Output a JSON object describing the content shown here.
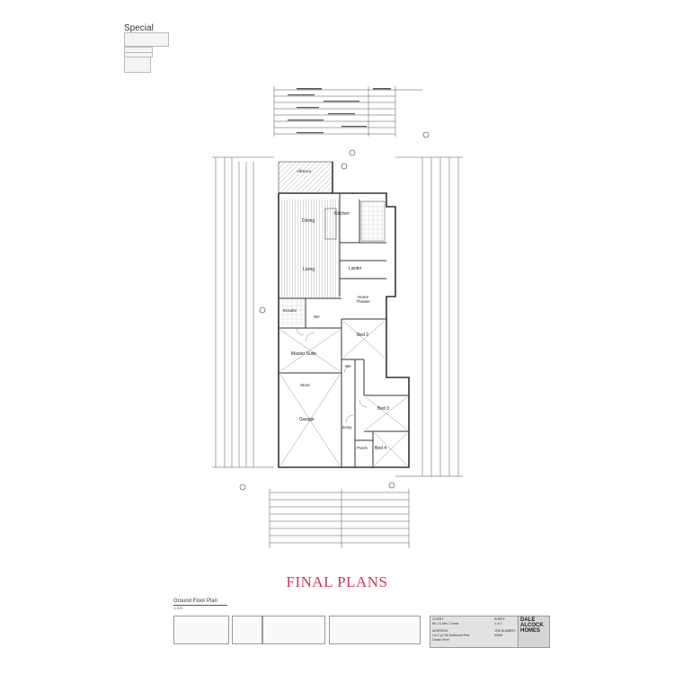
{
  "special": {
    "title": "Special"
  },
  "plan": {
    "title": "Ground Floor Plan",
    "scale": "1:100"
  },
  "rooms": {
    "alfresco": "Alfresco",
    "kitchen": "Kitchen",
    "dining": "Dining",
    "living": "Living",
    "larder": "Larder",
    "home_theatre": "Home Theatre",
    "ensuite": "Ensuite",
    "wir": "WIr",
    "bed2": "Bed 2",
    "master_suite": "Master Suite",
    "wc": "Wc",
    "store": "Store",
    "bed3": "Bed 3",
    "garage": "Garage",
    "entry": "Entry",
    "porch": "Porch",
    "bed4": "Bed 4"
  },
  "stamp": {
    "text": "FINAL PLANS",
    "color": "#cf3b55"
  },
  "title_block": {
    "client_label": "CLIENT:",
    "client_value": "Mr J & Mrs J Lewis",
    "address_label": "ADDRESS:",
    "address_value": "Lot 2 (# 18) Driftwood Rise",
    "suburb": "Ocean Reef",
    "sheet_label": "SHEET:",
    "sheet_value": "1 of 7",
    "job_label": "JOB NUMBER:",
    "job_value": "33051",
    "brand_line1": "DALE",
    "brand_line2": "ALCOCK",
    "brand_line3": "HOMES"
  },
  "colors": {
    "line": "#3a3a3a",
    "dim": "#555555",
    "hatch": "#8a8a8a"
  }
}
